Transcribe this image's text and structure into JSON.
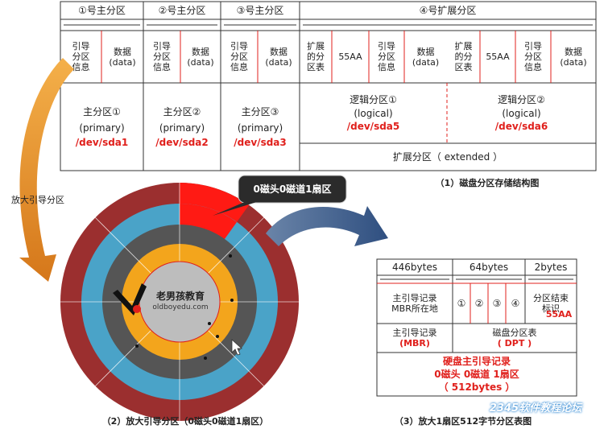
{
  "top_table": {
    "headers": [
      "①号主分区",
      "②号主分区",
      "③号主分区",
      "④号扩展分区"
    ],
    "boot_info": "引导\n分区\n信息",
    "data_label": "数据\n(data)",
    "ext_table": "扩展\n的分\n区表",
    "aa_label": "55AA",
    "primary": [
      {
        "name": "主分区①",
        "type": "(primary)",
        "dev": "/dev/sda1"
      },
      {
        "name": "主分区②",
        "type": "(primary)",
        "dev": "/dev/sda2"
      },
      {
        "name": "主分区③",
        "type": "(primary)",
        "dev": "/dev/sda3"
      }
    ],
    "logical": [
      {
        "name": "逻辑分区①",
        "type": "(logical)",
        "dev": "/dev/sda5"
      },
      {
        "name": "逻辑分区②",
        "type": "(logical)",
        "dev": "/dev/sda6"
      }
    ],
    "extended": "扩展分区（ extended ）"
  },
  "caption1": "（1）磁盘分区存储结构图",
  "zoom_label": "放大引导分区",
  "callout": "0磁头0磁道1扇区",
  "logo": {
    "cn": "老男孩教育",
    "en": "oldboyedu.com"
  },
  "caption2": "（2）放大引导分区（0磁头0磁道1扇区）",
  "mbr_table": {
    "col1": "446bytes",
    "col2": "64bytes",
    "col3": "2bytes",
    "mbr_loc": "主引导记录\nMBR所在地",
    "parts": [
      "①",
      "②",
      "③",
      "④"
    ],
    "end_mark": "分区结束\n标识",
    "end_value": "55AA",
    "mbr_name": "主引导记录",
    "mbr_abbr": "(MBR)",
    "dpt_name": "磁盘分区表",
    "dpt_abbr": "( DPT )",
    "summary": [
      "硬盘主引导记录",
      "0磁头 0磁道 1扇区",
      "（ 512bytes ）"
    ]
  },
  "caption3": "（3）放大1扇区512字节分区表图",
  "watermark": "2345软件教程论坛",
  "colors": {
    "red": "#e0201c",
    "disk_dark": "#9b2f2f",
    "disk_blue": "#4aa3c8",
    "disk_gray": "#555555",
    "disk_orange": "#f3a51c"
  }
}
